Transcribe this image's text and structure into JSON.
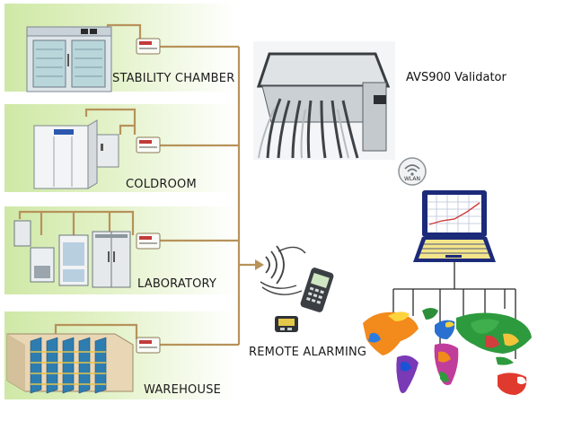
{
  "locations": {
    "stability_chamber": "STABILITY CHAMBER",
    "coldroom": "COLDROOM",
    "laboratory": "LABORATORY",
    "warehouse": "WAREHOUSE"
  },
  "validator": {
    "label": "AVS900 Validator"
  },
  "remote": {
    "label": "REMOTE ALARMING"
  },
  "wlan": {
    "label": "WLAN"
  },
  "colors": {
    "panel_green": "#cfe8a6",
    "cable": "#b7925a",
    "laptop_frame": "#1c2a7a",
    "map_ocean": "#ffffff"
  }
}
